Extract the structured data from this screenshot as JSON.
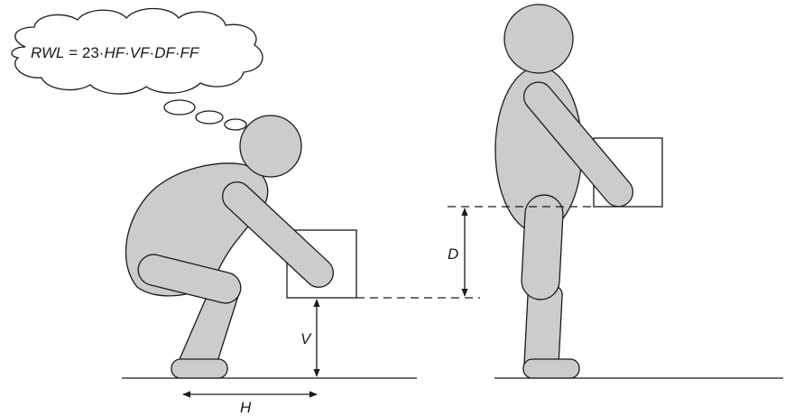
{
  "thought_bubble": {
    "equation_parts": {
      "rwl": "RWL",
      "equals_const": " = 23·",
      "hf": "HF",
      "dot1": "·",
      "vf": "VF",
      "dot2": "·",
      "df": "DF",
      "dot3": "·",
      "ff": "FF"
    }
  },
  "labels": {
    "vertical_height": "V",
    "horizontal_distance": "H",
    "vertical_distance": "D"
  },
  "colors": {
    "figure_fill": "#cccccc",
    "line": "#1a1a1a",
    "background": "#ffffff"
  }
}
